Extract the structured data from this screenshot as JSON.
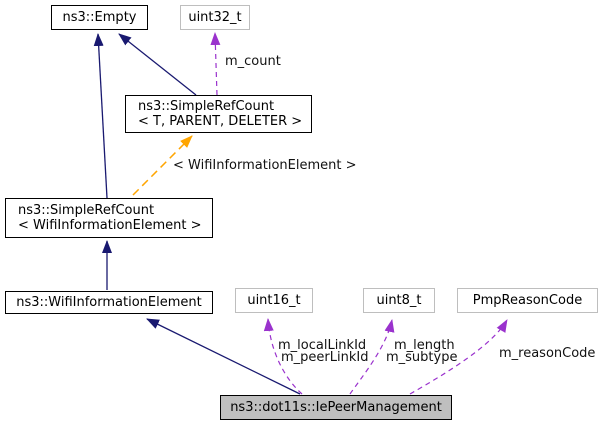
{
  "nodes": {
    "empty": {
      "label": "ns3::Empty"
    },
    "uint32": {
      "label": "uint32_t"
    },
    "simple_ref_count_template": {
      "line1": "ns3::SimpleRefCount",
      "line2": "< T, PARENT, DELETER >"
    },
    "simple_ref_count_wifi": {
      "line1": "ns3::SimpleRefCount",
      "line2": "< WifiInformationElement >"
    },
    "wifi_information_element": {
      "label": "ns3::WifiInformationElement"
    },
    "uint16": {
      "label": "uint16_t"
    },
    "uint8": {
      "label": "uint8_t"
    },
    "pmp_reason_code": {
      "label": "PmpReasonCode"
    },
    "ie_peer_management": {
      "label": "ns3::dot11s::IePeerManagement"
    }
  },
  "edge_labels": {
    "m_count": "m_count",
    "template_arg": "< WifiInformationElement >",
    "m_localLinkId": "m_localLinkId",
    "m_peerLinkId": "m_peerLinkId",
    "m_length": "m_length",
    "m_subtype": "m_subtype",
    "m_reasonCode": "m_reasonCode"
  },
  "colors": {
    "inheritance_edge": "#191970",
    "member_edge": "#9a32cd",
    "template_edge": "#ffa500",
    "node_border": "#000000",
    "undocumented_border": "#bebebe",
    "focus_node_fill": "#bfbfbf",
    "background": "#ffffff"
  }
}
